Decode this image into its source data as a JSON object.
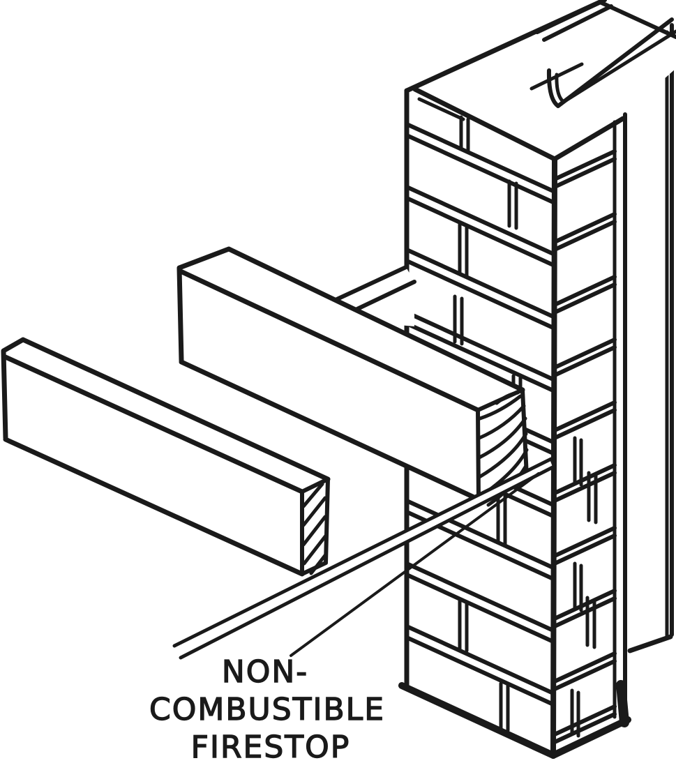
{
  "annotation": {
    "line1": "NON-",
    "line2": "COMBUSTIBLE",
    "line3": "FIRESTOP"
  },
  "colors": {
    "ink": "#1a1a1a",
    "background": "#ffffff"
  }
}
